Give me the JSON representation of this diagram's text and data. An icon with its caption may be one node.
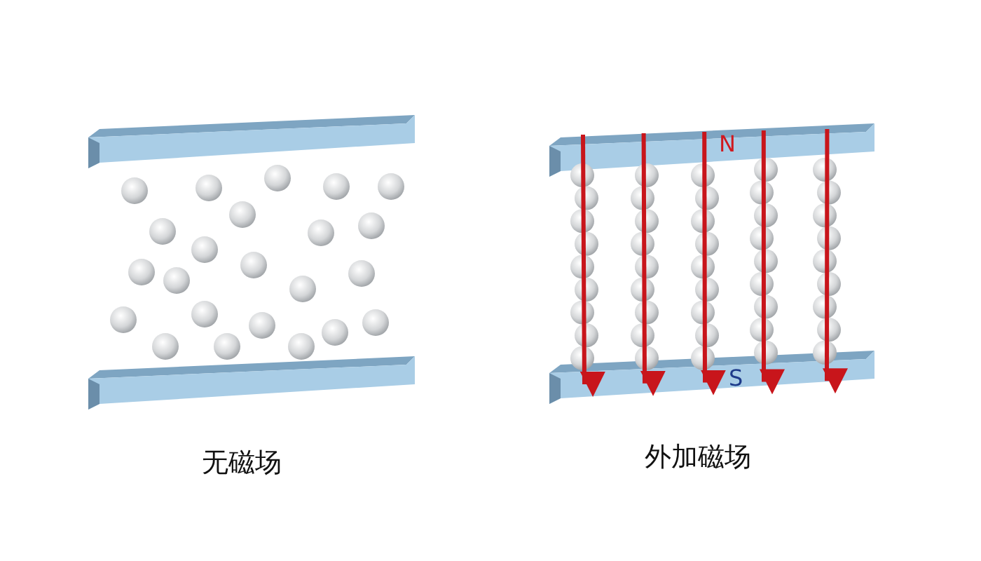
{
  "diagram": {
    "labels": [
      "N",
      "S",
      "无磁场",
      "外加磁场"
    ]
  }
}
